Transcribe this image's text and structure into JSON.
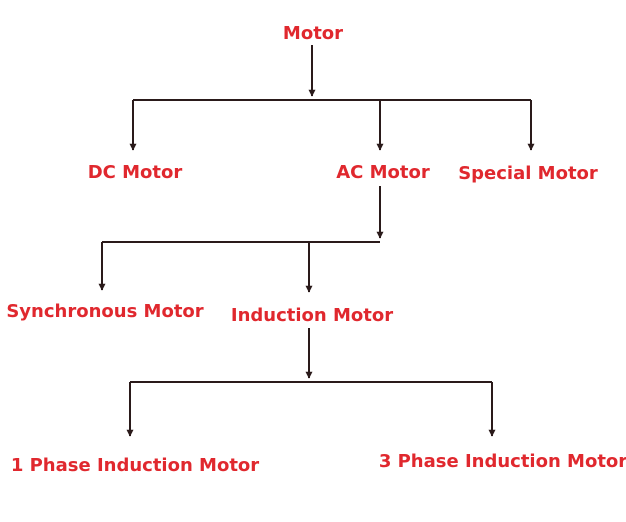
{
  "colors": {
    "label": "#e0282e",
    "connector": "#2a1a1a",
    "background": "#ffffff"
  },
  "tree": {
    "root": "Motor",
    "level1": {
      "dc": "DC Motor",
      "ac": "AC Motor",
      "special": "Special Motor"
    },
    "level2": {
      "synchronous": "Synchronous Motor",
      "induction": "Induction Motor"
    },
    "level3": {
      "single_phase": "1 Phase Induction Motor",
      "three_phase": "3 Phase Induction Motor"
    }
  }
}
